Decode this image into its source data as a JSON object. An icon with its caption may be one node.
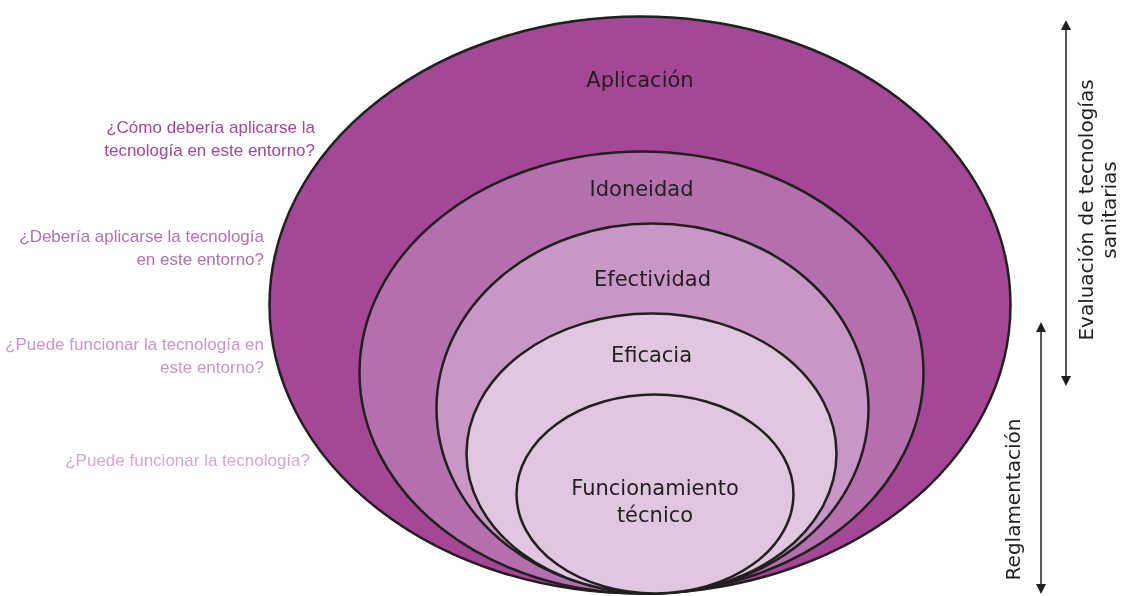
{
  "diagram": {
    "nodes": [
      {
        "text": [
          "Aplicación"
        ]
      },
      {
        "text": [
          "Idoneidad"
        ],
        "in": 0
      },
      {
        "text": [
          "Efectividad"
        ],
        "in": 1
      },
      {
        "text": [
          "Eficacia"
        ],
        "in": 2
      },
      {
        "text": [
          "Funcionamiento técnico"
        ],
        "in": 3
      }
    ],
    "edges": [],
    "labels": [
      "¿Cómo debería aplicarse la tecnología en este entorno?",
      "¿Debería aplicarse la tecnología en este entorno?",
      "¿Puede funcionar la tecnología en este entorno?",
      "¿Puede funcionar la tecnología?",
      "Evaluación de tecnologías sanitarias",
      "Reglamentación"
    ]
  }
}
